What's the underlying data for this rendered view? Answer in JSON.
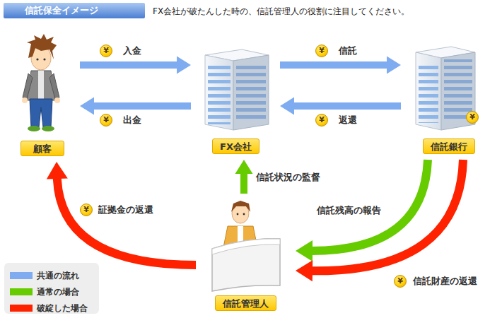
{
  "diagram": {
    "title": "信託保全イメージ",
    "caption": "FX会社が破たんした時の、信託管理人の役割に注目してください。",
    "nodes": [
      {
        "text": [
          "顧客"
        ]
      },
      {
        "text": [
          "FX会社"
        ]
      },
      {
        "text": [
          "信託銀行"
        ]
      },
      {
        "text": [
          "信託管理人"
        ]
      }
    ],
    "edges": [
      {
        "from": 0,
        "to": 1,
        "arrow": "to",
        "label": "入金"
      },
      {
        "from": 1,
        "to": 0,
        "arrow": "to",
        "label": "出金"
      },
      {
        "from": 1,
        "to": 2,
        "arrow": "to",
        "label": "信託"
      },
      {
        "from": 2,
        "to": 1,
        "arrow": "to",
        "label": "返還"
      },
      {
        "from": 3,
        "to": 1,
        "arrow": "to",
        "label": "信託状況の監督"
      },
      {
        "from": 2,
        "to": 3,
        "arrow": "to",
        "label": "信託残高の報告"
      },
      {
        "from": 2,
        "to": 3,
        "arrow": "to",
        "label": "信託財産の返還"
      },
      {
        "from": 3,
        "to": 0,
        "arrow": "to",
        "label": "証拠金の返還"
      }
    ],
    "labels": [
      "¥",
      "¥",
      "¥",
      "¥",
      "¥",
      "¥",
      "¥"
    ],
    "legend": [
      {
        "text": "共通の流れ",
        "color": "#7fabf0"
      },
      {
        "text": "通常の場合",
        "color": "#66cc00"
      },
      {
        "text": "破綻した場合",
        "color": "#ff2200"
      }
    ]
  }
}
